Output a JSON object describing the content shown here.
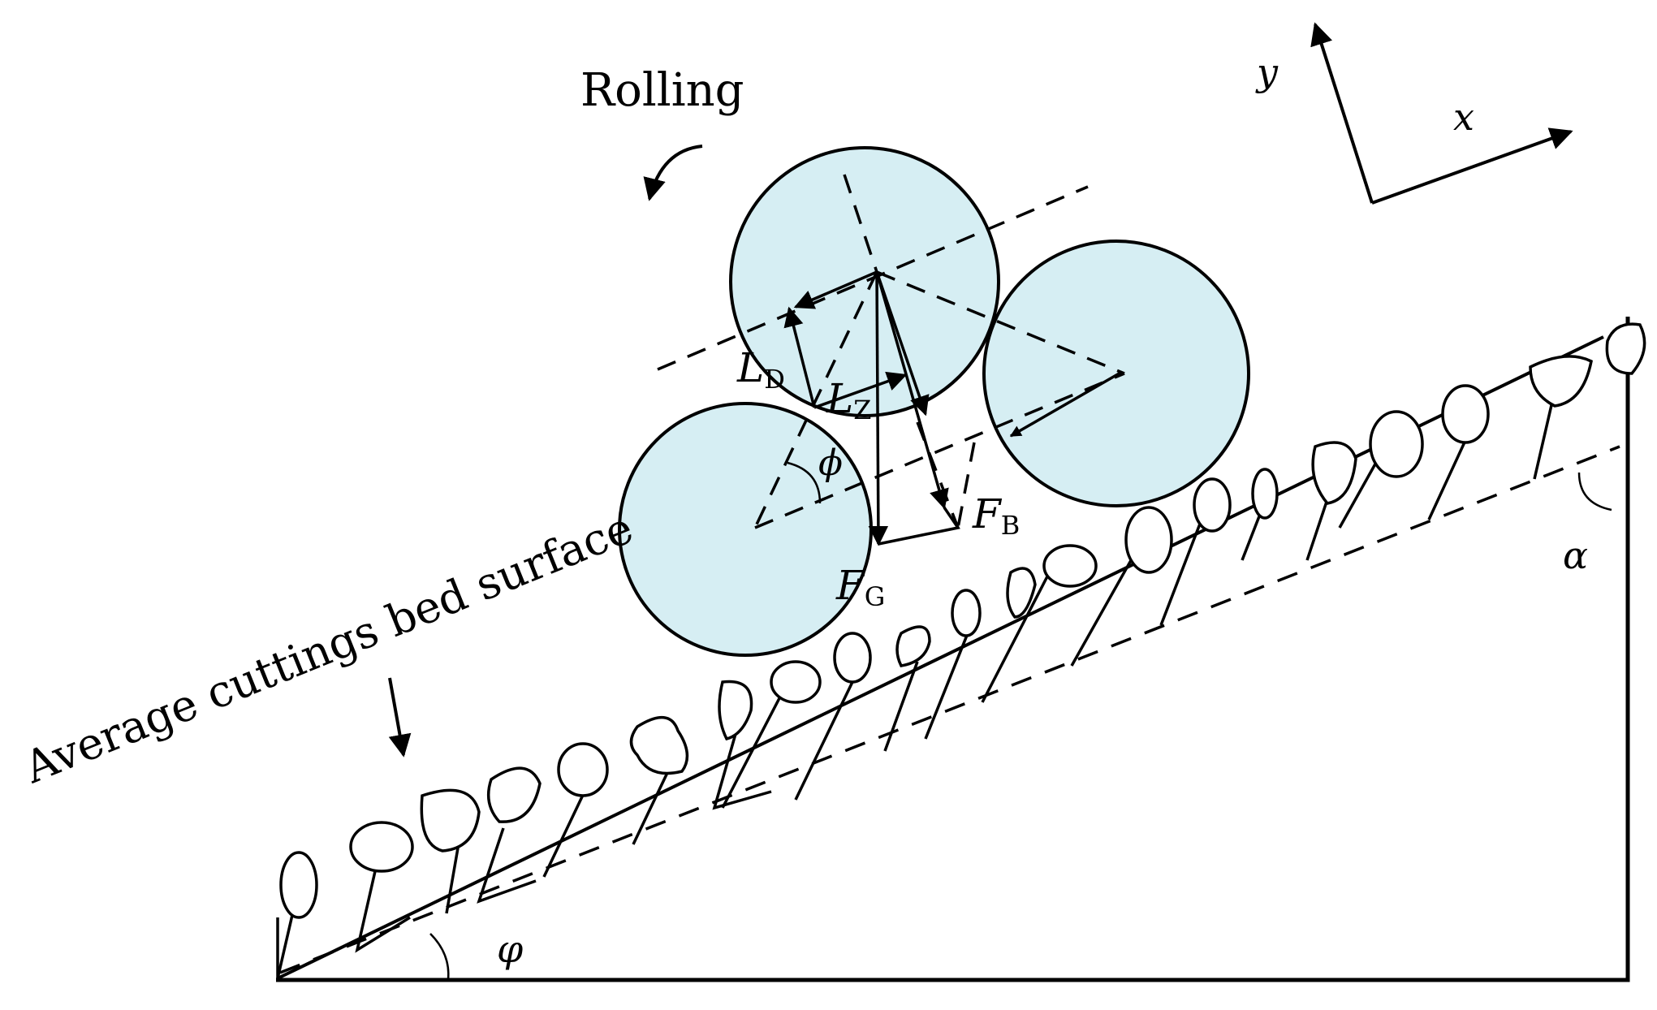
{
  "labels": {
    "rolling": "Rolling",
    "bed_surface": "Average cuttings bed surface",
    "axis_x": "x",
    "axis_y": "y",
    "lift": "L",
    "lift_sub": "D",
    "lz": "L",
    "lz_sub": "Z",
    "phi": "ϕ",
    "fb": "F",
    "fb_sub": "B",
    "fg": "F",
    "fg_sub": "G",
    "alpha": "α",
    "varphi": "φ"
  },
  "colors": {
    "particle_fill": "#d6eef3",
    "stroke": "#000000"
  }
}
